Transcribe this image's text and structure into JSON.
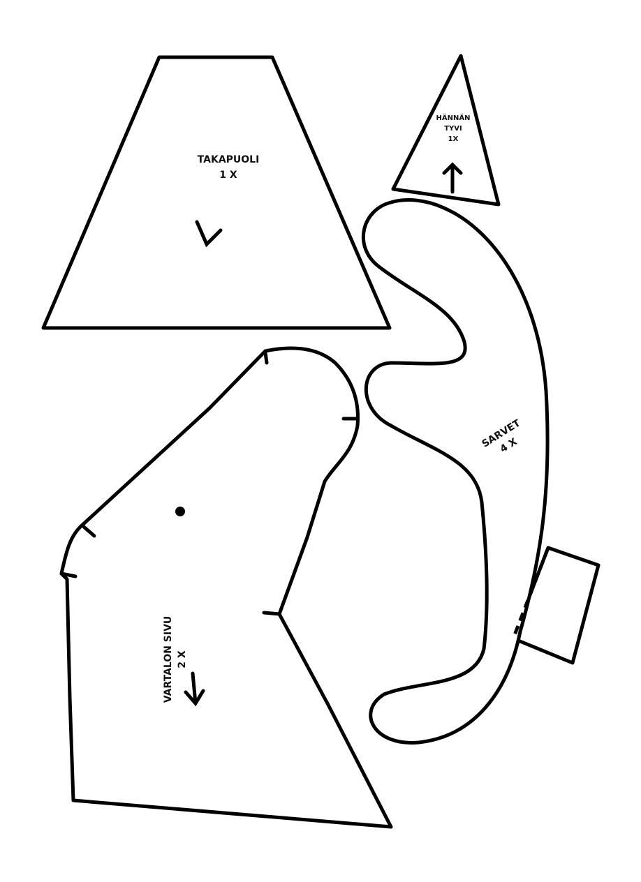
{
  "pieces": {
    "takapuoli": {
      "name": "TAKAPUOLI",
      "count": "1 X"
    },
    "hannan_tyvi": {
      "name_line1": "HÄNNÄN",
      "name_line2": "TYVI",
      "count": "1X"
    },
    "sarvet": {
      "name": "SARVET",
      "count": "4 X"
    },
    "vartalon_sivu": {
      "name": "VARTALON SIVU",
      "count": "2 X"
    }
  },
  "colors": {
    "line": "#000000",
    "background": "#ffffff"
  }
}
